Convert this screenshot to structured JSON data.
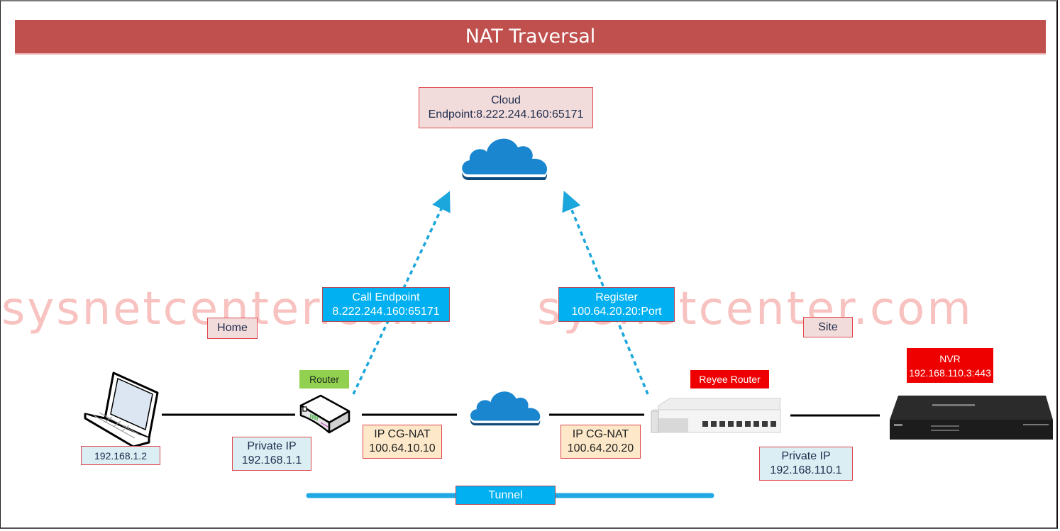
{
  "title": "NAT Traversal",
  "watermark": "sysnetcenter.com",
  "cloud_node": {
    "label_line1": "Cloud",
    "label_line2": "Endpoint:8.222.244.160:65171"
  },
  "arrows": {
    "call": {
      "line1": "Call Endpoint",
      "line2": "8.222.244.160:65171"
    },
    "register": {
      "line1": "Register",
      "line2": "100.64.20.20:Port"
    }
  },
  "sites": {
    "home": "Home",
    "site": "Site"
  },
  "home_side": {
    "laptop_ip": "192.168.1.2",
    "router_label": "Router",
    "router_private_ip_line1": "Private IP",
    "router_private_ip_line2": "192.168.1.1",
    "cgnat_line1": "IP CG-NAT",
    "cgnat_line2": "100.64.10.10"
  },
  "site_side": {
    "router_label": "Reyee Router",
    "cgnat_line1": "IP CG-NAT",
    "cgnat_line2": "100.64.20.20",
    "private_ip_line1": "Private IP",
    "private_ip_line2": "192.168.110.1",
    "nvr_line1": "NVR",
    "nvr_line2": "192.168.110.3:443"
  },
  "tunnel": "Tunnel",
  "colors": {
    "title_bg": "#c0504d",
    "cloud": "#1a86d0",
    "arrow": "#1ba6dc",
    "tunnel": "#1fa8e3",
    "label_border": "#e0474c"
  }
}
